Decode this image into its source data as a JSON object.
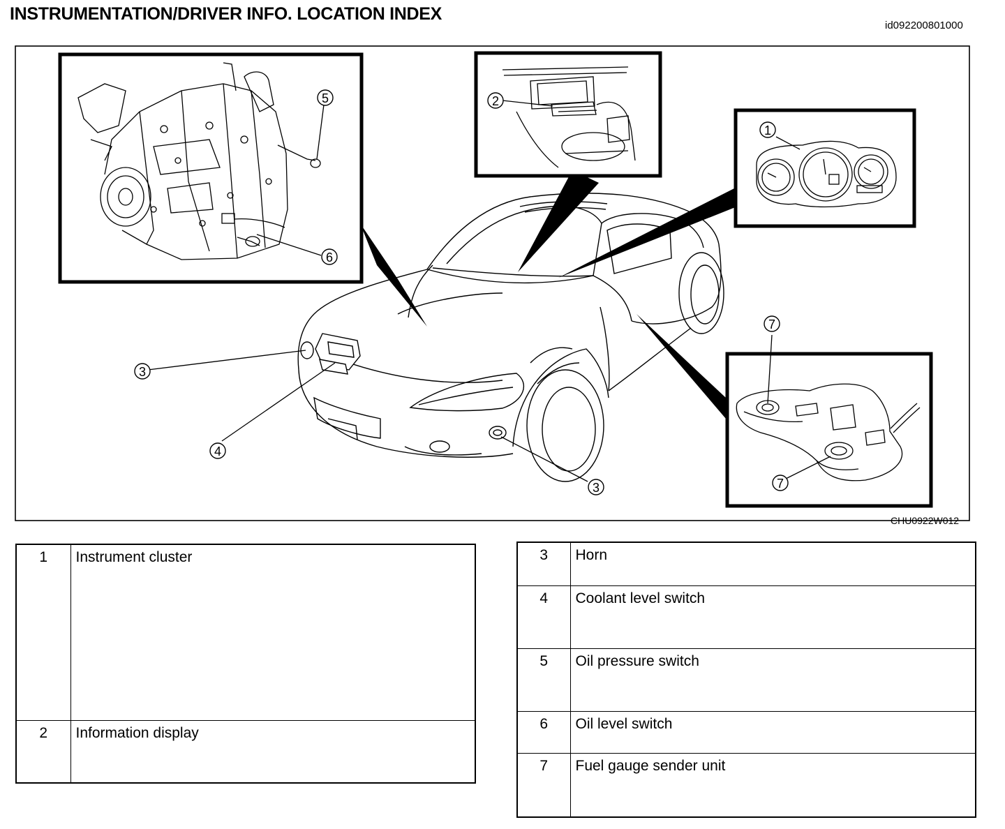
{
  "header": {
    "title": "INSTRUMENTATION/DRIVER INFO. LOCATION INDEX",
    "doc_id": "id092200801000"
  },
  "figure": {
    "code": "CHU0922W012",
    "callouts": [
      "1",
      "2",
      "3",
      "4",
      "5",
      "6",
      "7"
    ]
  },
  "legend_left": [
    {
      "num": "1",
      "label": "Instrument cluster"
    },
    {
      "num": "2",
      "label": "Information display"
    }
  ],
  "legend_right": [
    {
      "num": "3",
      "label": "Horn"
    },
    {
      "num": "4",
      "label": "Coolant level switch"
    },
    {
      "num": "5",
      "label": "Oil pressure switch"
    },
    {
      "num": "6",
      "label": "Oil level switch"
    },
    {
      "num": "7",
      "label": "Fuel gauge sender unit"
    }
  ]
}
